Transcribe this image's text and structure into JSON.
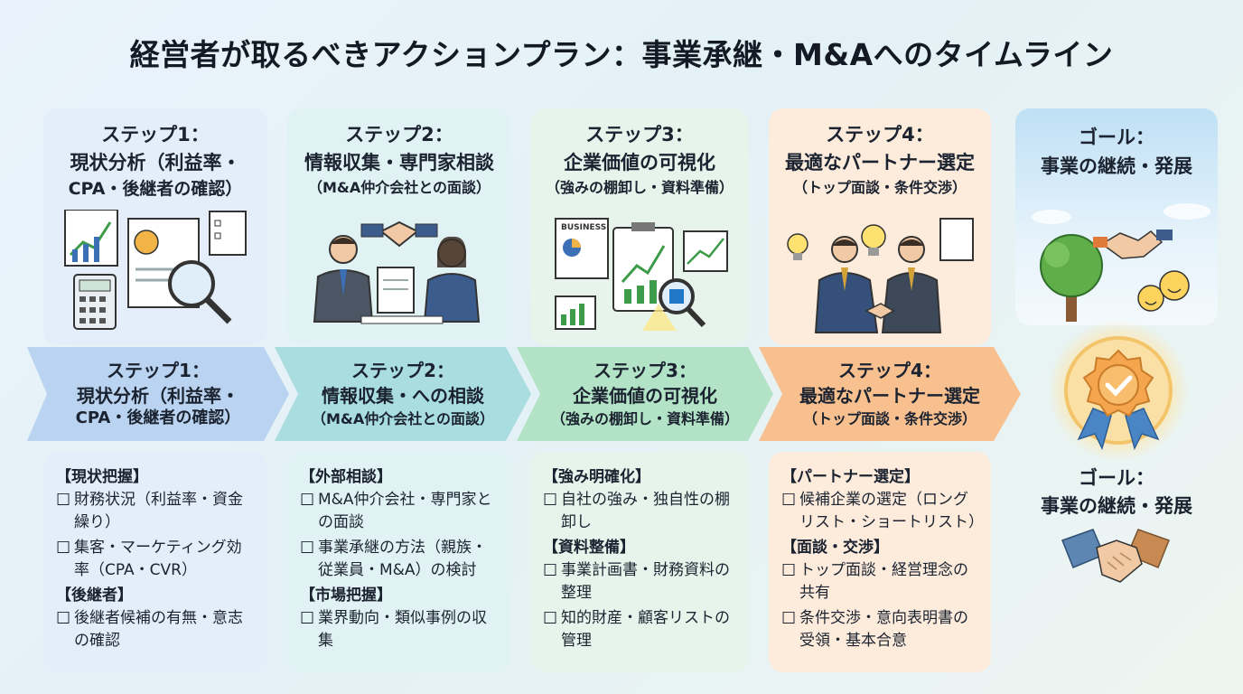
{
  "title": "経営者が取るべきアクションプラン：事業承継・M&Aへのタイムライン",
  "top_cards": [
    {
      "step": "ステップ1：",
      "line1": "現状分析（利益率・",
      "line2": "CPA・後継者の確認）",
      "line2_style": "strong"
    },
    {
      "step": "ステップ2：",
      "line1": "情報収集・専門家相談",
      "line2": "（M&A仲介会社との面談）",
      "line2_style": "sub"
    },
    {
      "step": "ステップ3：",
      "line1": "企業価値の可視化",
      "line2": "（強みの棚卸し・資料準備）",
      "line2_style": "sub"
    },
    {
      "step": "ステップ4：",
      "line1": "最適なパートナー選定",
      "line2": "（トップ面談・条件交渉）",
      "line2_style": "sub"
    }
  ],
  "arrows": [
    {
      "step": "ステップ1：",
      "line1": "現状分析（利益率・",
      "line2": "CPA・後継者の確認）",
      "color": "#b9d3f0"
    },
    {
      "step": "ステップ2：",
      "line1": "情報収集・への相談",
      "line2": "（M&A仲介会社との面談）",
      "color": "#a9dde0"
    },
    {
      "step": "ステップ3：",
      "line1": "企業価値の可視化",
      "line2": "（強みの棚卸し・資料準備）",
      "color": "#b3e3c6"
    },
    {
      "step": "ステップ4：",
      "line1": "最適なパートナー選定",
      "line2": "（トップ面談・条件交渉）",
      "color": "#f8c08f"
    }
  ],
  "details": [
    {
      "groups": [
        {
          "heading": "【現状把握】",
          "items": [
            "財務状況（利益率・資金繰り）",
            "集客・マーケティング効率（CPA・CVR）"
          ]
        },
        {
          "heading": "【後継者】",
          "items": [
            "後継者候補の有無・意志の確認"
          ]
        }
      ]
    },
    {
      "groups": [
        {
          "heading": "【外部相談】",
          "items": [
            "M&A仲介会社・専門家との面談",
            "事業承継の方法（親族・従業員・M&A）の検討"
          ]
        },
        {
          "heading": "【市場把握】",
          "items": [
            "業界動向・類似事例の収集"
          ]
        }
      ]
    },
    {
      "groups": [
        {
          "heading": "【強み明確化】",
          "items": [
            "自社の強み・独自性の棚卸し"
          ]
        },
        {
          "heading": "【資料整備】",
          "items": [
            "事業計画書・財務資料の整理",
            "知的財産・顧客リストの管理"
          ]
        }
      ]
    },
    {
      "groups": [
        {
          "heading": "【パートナー選定】",
          "items": [
            "候補企業の選定（ロングリスト・ショートリスト）"
          ]
        },
        {
          "heading": "【面談・交渉】",
          "items": [
            "トップ面談・経営理念の共有",
            "条件交渉・意向表明書の受領・基本合意"
          ]
        }
      ]
    }
  ],
  "goal": {
    "label": "ゴール：",
    "text": "事業の継続・発展"
  },
  "illustration_labels": {
    "business": "BUSINESS"
  },
  "checkbox_glyph": "☐",
  "colors": {
    "card1": "#e4eefa",
    "card2": "#e0f2f4",
    "card3": "#e6f4ec",
    "card4": "#fdebdc",
    "accent_orange": "#f4a54d",
    "medal_blue": "#4a86c5"
  }
}
